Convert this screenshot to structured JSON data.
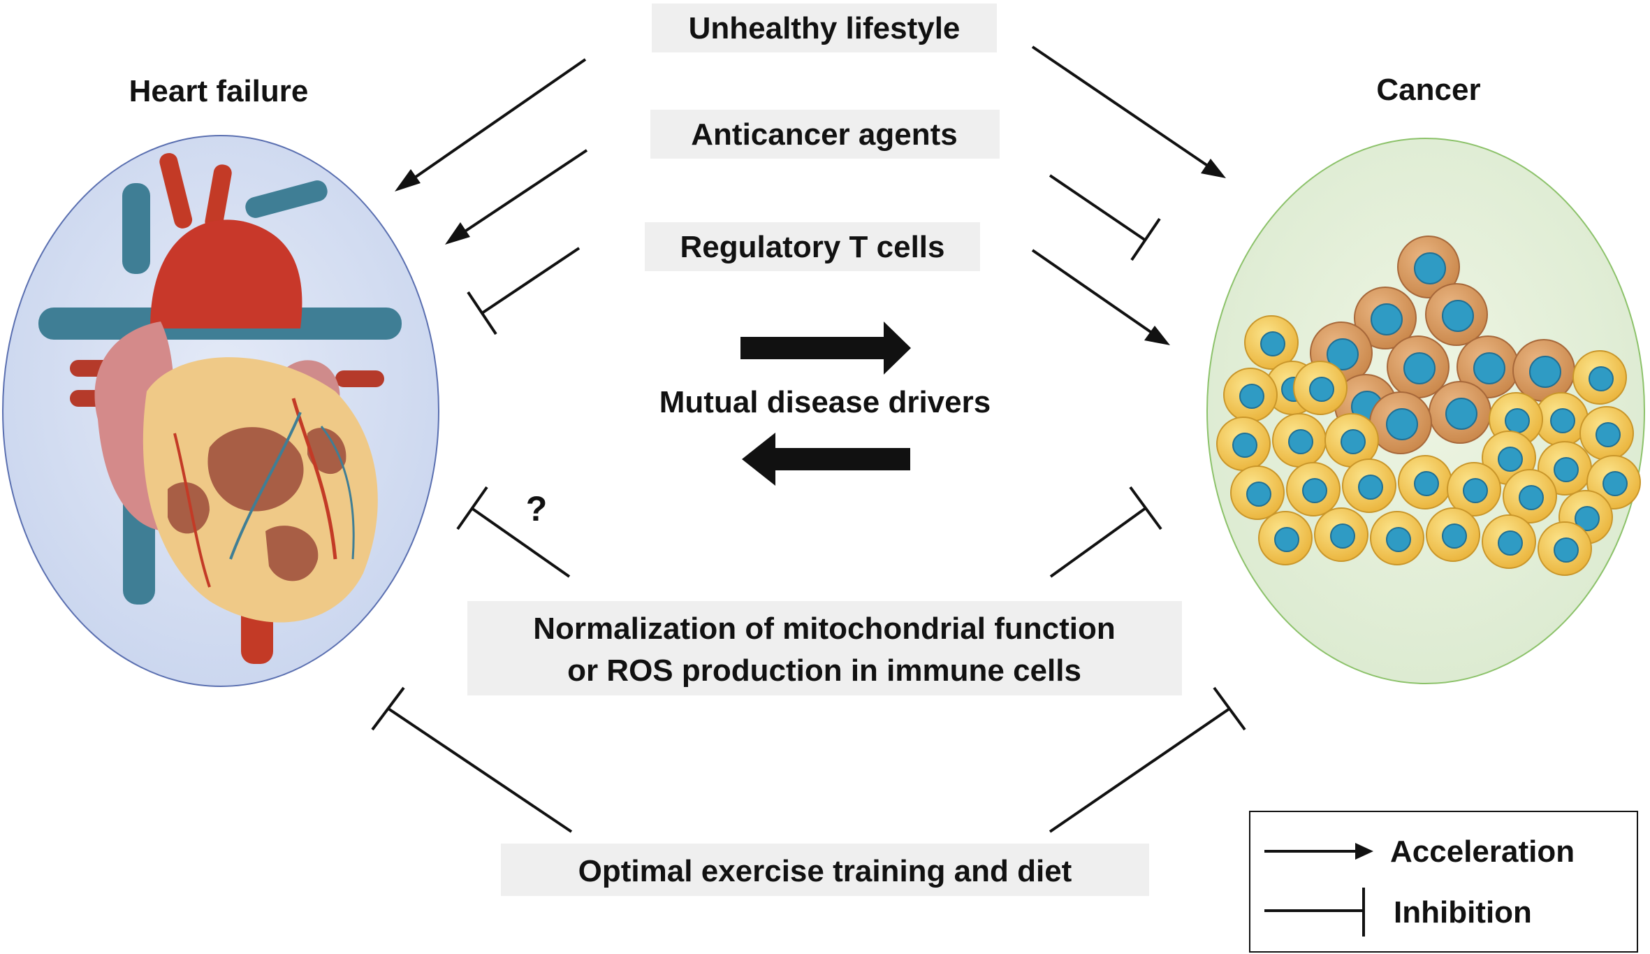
{
  "colors": {
    "heart_bg": "#d6e0f3",
    "heart_border": "#5a6fb0",
    "cancer_bg": "#e3efcf",
    "cancer_border": "#8cc26a",
    "label_box": "#efefef",
    "line": "#111111",
    "cell_yellow": "#f4c84a",
    "cell_orange": "#d99a5e",
    "nucleus": "#2f9bc4"
  },
  "heart": {
    "title": "Heart failure",
    "icon": "heart-icon"
  },
  "cancer": {
    "title": "Cancer",
    "icon": "cancer-cells-icon"
  },
  "factors": {
    "unhealthy": "Unhealthy lifestyle",
    "anticancer": "Anticancer agents",
    "tregs": "Regulatory T cells",
    "mutual": "Mutual disease drivers",
    "normalization_line1": "Normalization of mitochondrial function",
    "normalization_line2": "or ROS production in immune cells",
    "exercise": "Optimal exercise training and diet"
  },
  "question_mark": "?",
  "legend": {
    "acceleration": "Acceleration",
    "inhibition": "Inhibition"
  }
}
